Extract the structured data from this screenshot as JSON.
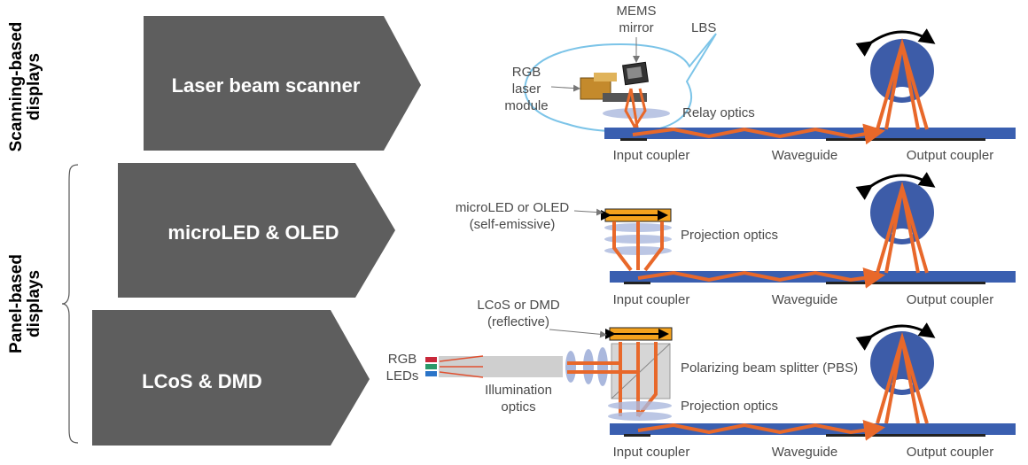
{
  "colors": {
    "pentagon": "#5e5e5e",
    "waveguide": "#3a5fb0",
    "beam": "#e8682a",
    "eye": "#3d5ca8",
    "callout": "#7cc4e8",
    "panel_frame": "#f4a21d"
  },
  "side_labels": {
    "scanning_line1": "Scanning-based",
    "scanning_line2": "displays",
    "panel_line1": "Panel-based",
    "panel_line2": "displays"
  },
  "rows": [
    {
      "name": "Laser beam scanner",
      "input_coupler": "Input coupler",
      "waveguide": "Waveguide",
      "output_coupler": "Output coupler",
      "annotations": {
        "mems_line1": "MEMS",
        "mems_line2": "mirror",
        "lbs": "LBS",
        "rgb_line1": "RGB",
        "rgb_line2": "laser",
        "rgb_line3": "module",
        "relay": "Relay optics"
      }
    },
    {
      "name": "microLED & OLED",
      "input_coupler": "Input coupler",
      "waveguide": "Waveguide",
      "output_coupler": "Output coupler",
      "annotations": {
        "panel_line1": "microLED or OLED",
        "panel_line2": "(self-emissive)",
        "projection": "Projection optics"
      }
    },
    {
      "name": "LCoS & DMD",
      "input_coupler": "Input coupler",
      "waveguide": "Waveguide",
      "output_coupler": "Output coupler",
      "annotations": {
        "panel_line1": "LCoS or DMD",
        "panel_line2": "(reflective)",
        "leds_line1": "RGB",
        "leds_line2": "LEDs",
        "illum_line1": "Illumination",
        "illum_line2": "optics",
        "pbs": "Polarizing beam splitter  (PBS)",
        "projection": "Projection optics"
      }
    }
  ]
}
